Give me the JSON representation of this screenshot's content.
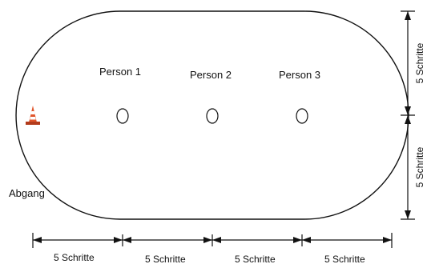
{
  "diagram": {
    "persons": [
      {
        "label": "Person 1"
      },
      {
        "label": "Person 2"
      },
      {
        "label": "Person 3"
      }
    ],
    "exit_label": "Abgang",
    "bottom_dimensions": [
      "5 Schritte",
      "5 Schritte",
      "5 Schritte",
      "5 Schritte"
    ],
    "right_dimensions": [
      "5 Schritte",
      "5 Schritte"
    ],
    "colors": {
      "line": "#111111",
      "cone_orange": "#e0552b",
      "cone_white": "#ffffff",
      "cone_base": "#b23b1c"
    },
    "icons": [
      "traffic-cone-icon",
      "person-position-marker"
    ]
  }
}
